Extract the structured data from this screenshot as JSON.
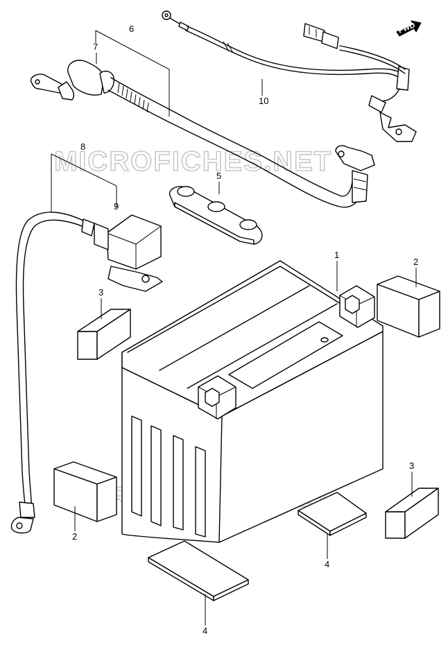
{
  "watermark": "MICROFICHES.NET",
  "fwd_label": "FWD",
  "callouts": {
    "c1": "1",
    "c2a": "2",
    "c2b": "2",
    "c3a": "3",
    "c3b": "3",
    "c4a": "4",
    "c4b": "4",
    "c5": "5",
    "c6": "6",
    "c7": "7",
    "c8": "8",
    "c9": "9",
    "c10": "10"
  }
}
